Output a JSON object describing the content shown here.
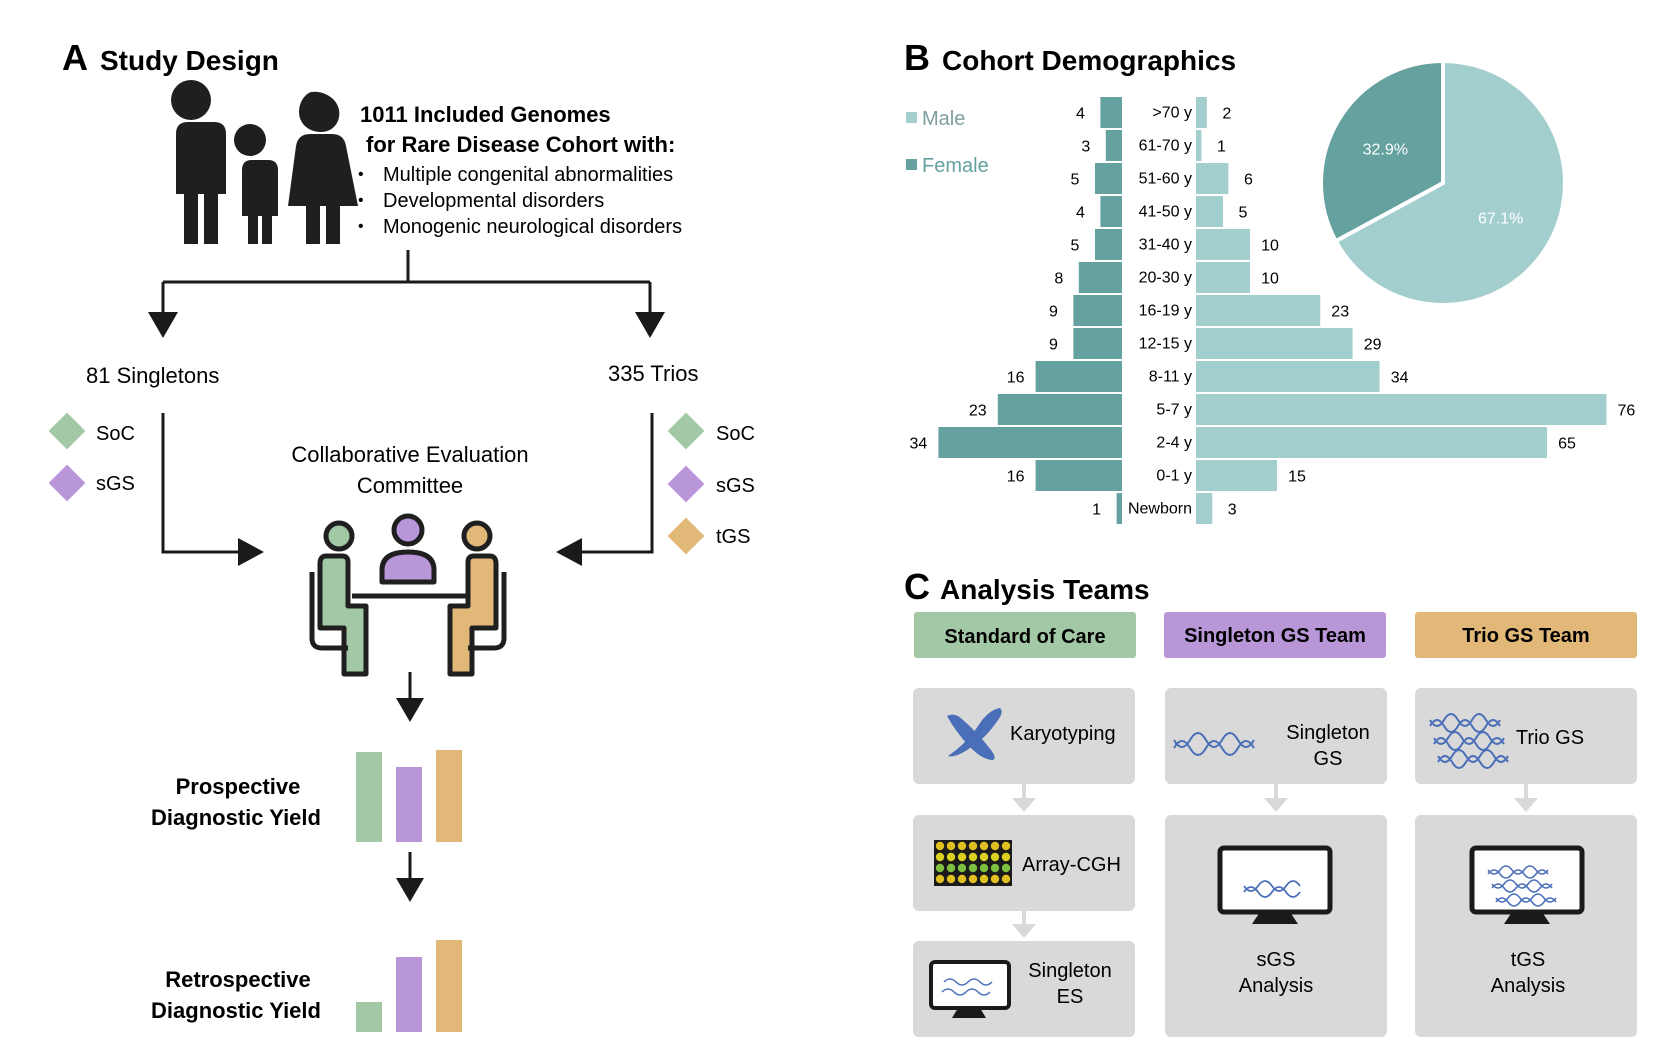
{
  "panel_a": {
    "letter": "A",
    "title": "Study Design",
    "genomes_line1": "1011 Included Genomes",
    "genomes_line2": "for Rare Disease Cohort with:",
    "bullets": [
      "Multiple congenital abnormalities",
      "Developmental disorders",
      "Monogenic neurological disorders"
    ],
    "singletons": "81 Singletons",
    "trios": "335 Trios",
    "singleton_legend": [
      "SoC",
      "sGS"
    ],
    "trio_legend": [
      "SoC",
      "sGS",
      "tGS"
    ],
    "committee_line1": "Collaborative Evaluation",
    "committee_line2": "Committee",
    "prospective_line1": "Prospective",
    "prospective_line2": "Diagnostic Yield",
    "retrospective_line1": "Retrospective",
    "retrospective_line2": "Diagnostic Yield",
    "colors": {
      "soc": "#a3c8a6",
      "sgs": "#b996d8",
      "tgs": "#e2b878"
    },
    "prospective_bars": [
      {
        "name": "SoC",
        "value": 0.9
      },
      {
        "name": "sGS",
        "value": 0.75
      },
      {
        "name": "tGS",
        "value": 0.92
      }
    ],
    "retrospective_bars": [
      {
        "name": "SoC",
        "value": 0.3
      },
      {
        "name": "sGS",
        "value": 0.75
      },
      {
        "name": "tGS",
        "value": 0.92
      }
    ]
  },
  "panel_b": {
    "letter": "B",
    "title": "Cohort Demographics",
    "legend": [
      "Male",
      "Female"
    ],
    "colors": {
      "male": "#a3cece",
      "female": "#65a19f"
    },
    "chart_data": [
      {
        "type": "bar",
        "orientation": "horizontal-pyramid",
        "categories": [
          ">70 y",
          "61-70 y",
          "51-60 y",
          "41-50 y",
          "31-40 y",
          "20-30 y",
          "16-19 y",
          "12-15 y",
          "8-11 y",
          "5-7 y",
          "2-4 y",
          "0-1 y",
          "Newborn"
        ],
        "series": [
          {
            "name": "Female",
            "values": [
              4,
              3,
              5,
              4,
              5,
              8,
              9,
              9,
              16,
              23,
              34,
              16,
              1
            ]
          },
          {
            "name": "Male",
            "values": [
              2,
              1,
              6,
              5,
              10,
              10,
              23,
              29,
              34,
              76,
              65,
              15,
              3
            ]
          }
        ]
      },
      {
        "type": "pie",
        "slices": [
          {
            "name": "Female",
            "value": 32.9,
            "label": "32.9%"
          },
          {
            "name": "Male",
            "value": 67.1,
            "label": "67.1%"
          }
        ]
      }
    ]
  },
  "panel_c": {
    "letter": "C",
    "title": "Analysis Teams",
    "teams": [
      {
        "name": "Standard of Care",
        "color": "#a3c8a6",
        "steps": [
          "Karyotyping",
          "Array-CGH",
          "Singleton ES"
        ],
        "icons": [
          "chromosome-icon",
          "microarray-icon",
          "monitor-icon"
        ]
      },
      {
        "name": "Singleton GS Team",
        "color": "#b996d8",
        "steps": [
          "Singleton GS",
          "sGS Analysis"
        ],
        "icons": [
          "dna-icon",
          "monitor-icon"
        ]
      },
      {
        "name": "Trio GS Team",
        "color": "#e2b878",
        "steps": [
          "Trio GS",
          "tGS Analysis"
        ],
        "icons": [
          "dna-trio-icon",
          "monitor-icon"
        ]
      }
    ],
    "box_color": "#d9d9d9",
    "dna_color": "#4a6fb8"
  }
}
